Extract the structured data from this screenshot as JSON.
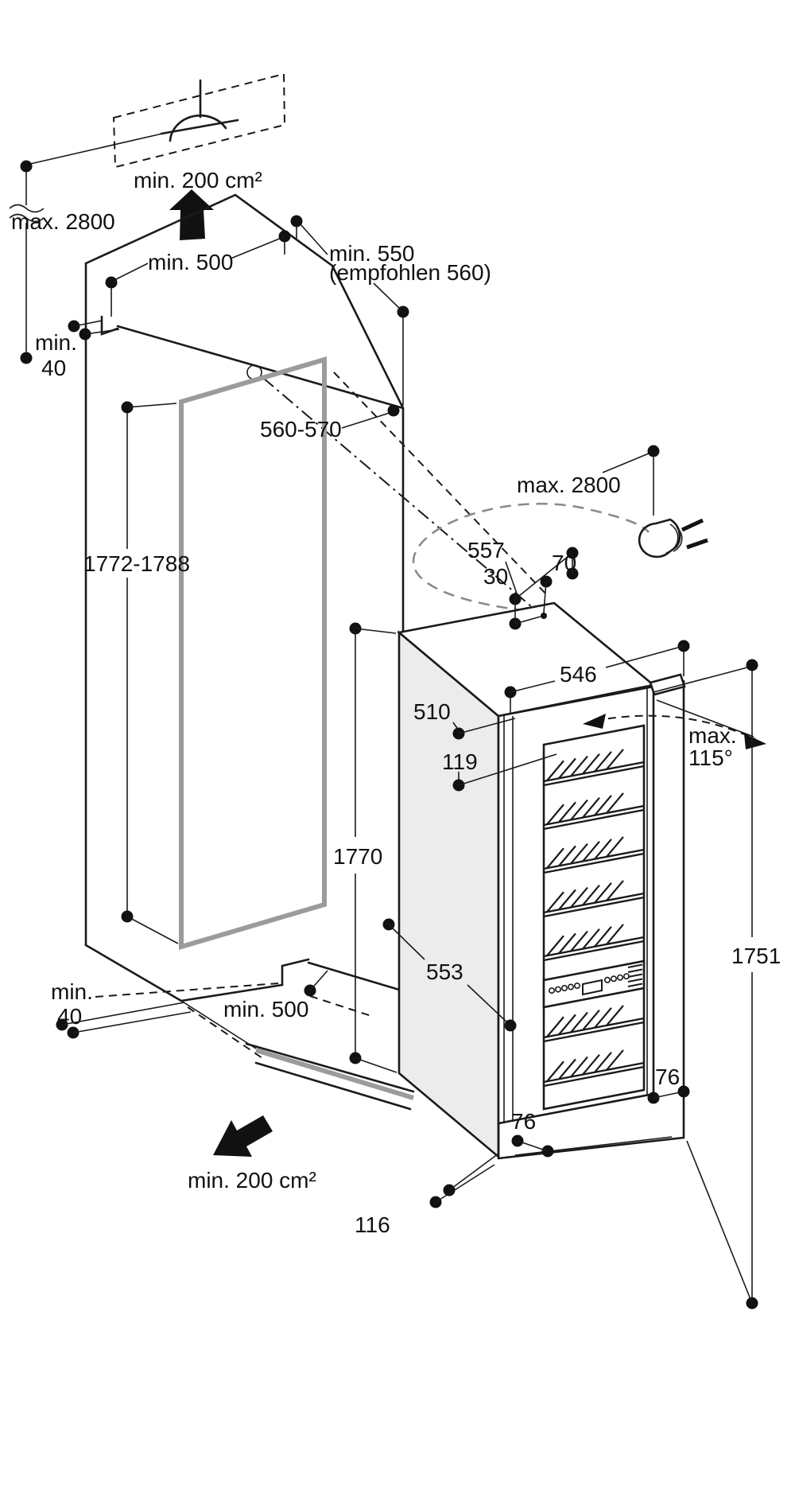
{
  "title": "Built-in appliance installation drawing",
  "colors": {
    "line": "#1a1a1a",
    "shade_face": "#ececec",
    "niche_frame_gray": "#9b9b9b",
    "background": "#ffffff"
  },
  "labels": {
    "vent_top": "min. 200 cm²",
    "cable_left": "max. 2800",
    "niche_width_top": "min. 500",
    "recess_depth": "min. 550",
    "recess_depth_note": "(empfohlen 560)",
    "clearance_top_line1": "min.",
    "clearance_top_line2": "40",
    "niche_width_range": "560-570",
    "niche_height_range": "1772-1788",
    "dim_557": "557",
    "dim_30": "30",
    "dim_70": "70",
    "cable_right": "max. 2800",
    "dim_546": "546",
    "dim_510": "510",
    "dim_119": "119",
    "dim_1770": "1770",
    "door_swing_line1": "max.",
    "door_swing_line2": "115°",
    "dim_553": "553",
    "dim_1751": "1751",
    "dim_76_right": "76",
    "dim_76_left": "76",
    "clearance_bottom_line1": "min.",
    "clearance_bottom_line2": "40",
    "niche_width_bottom": "min. 500",
    "vent_bottom": "min. 200 cm²",
    "dim_116": "116"
  },
  "icons": {
    "plug": "power-plug-icon",
    "vent": "air-vent-icon",
    "arrow_up": "airflow-up-arrow",
    "arrow_bottom": "airflow-bottom-arrow"
  }
}
